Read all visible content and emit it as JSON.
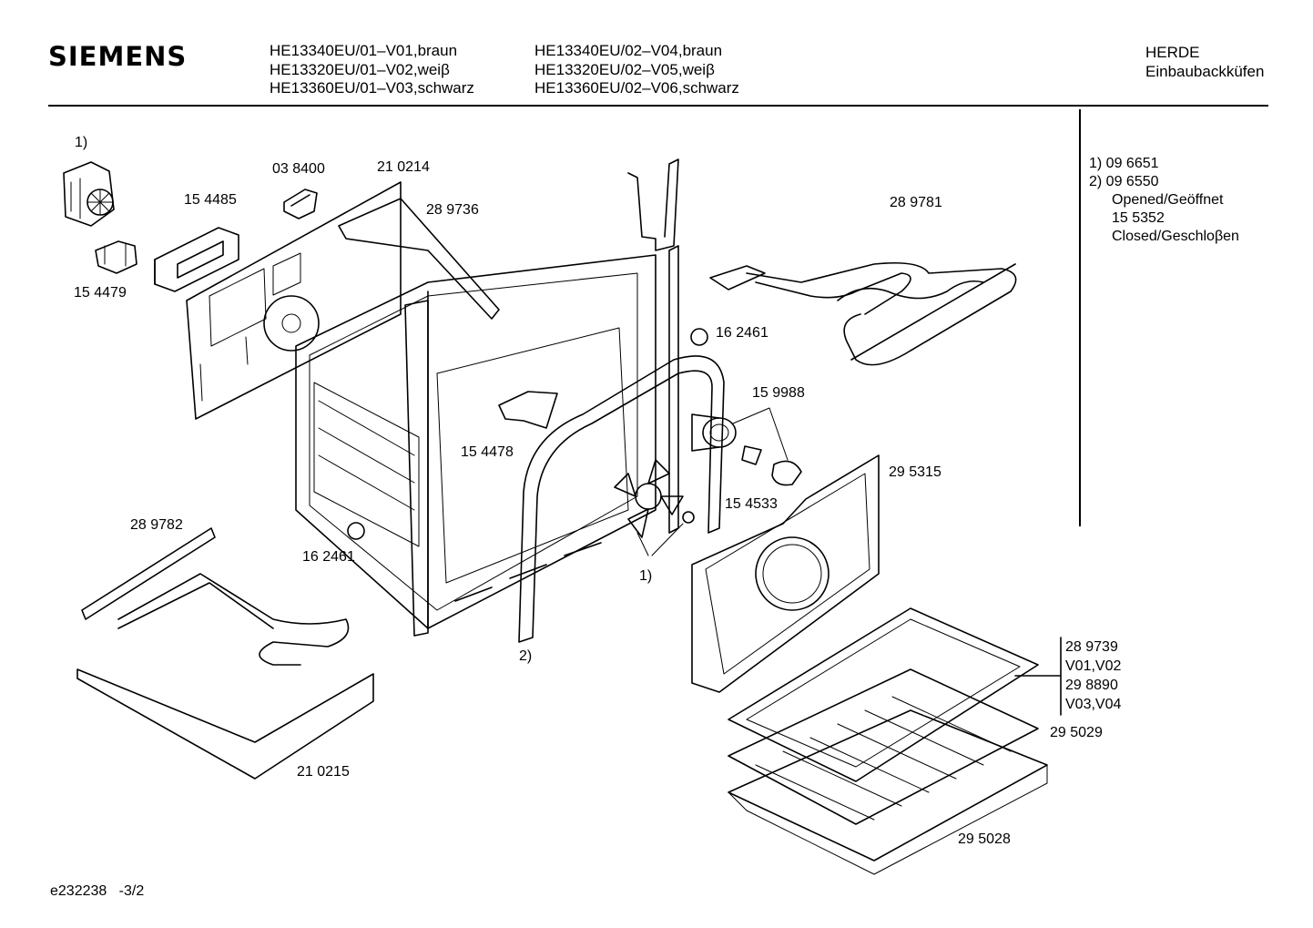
{
  "header": {
    "brand": "SIEMENS",
    "models_col1": [
      "HE13340EU/01–V01,braun",
      "HE13320EU/01–V02,weiβ",
      "HE13360EU/01–V03,schwarz"
    ],
    "models_col2": [
      "HE13340EU/02–V04,braun",
      "HE13320EU/02–V05,weiβ",
      "HE13360EU/02–V06,schwarz"
    ],
    "category": "HERDE",
    "subcategory": "Einbaubackküfen"
  },
  "notes": [
    "1) 09 6651",
    "2) 09 6550",
    "Opened/Geöffnet",
    "15 5352",
    "Closed/Geschloβen"
  ],
  "parts": {
    "ref1_top": "1)",
    "p154485": "15 4485",
    "p038400": "03 8400",
    "p210214": "21 0214",
    "p289736": "28 9736",
    "p154479": "15 4479",
    "p289781": "28 9781",
    "p162461a": "16 2461",
    "p159988": "15 9988",
    "p154478": "15 4478",
    "p295315": "29 5315",
    "p154533": "15 4533",
    "p289782": "28 9782",
    "p162461b": "16 2461",
    "ref1_fan": "1)",
    "ref2_seal": "2)",
    "p210215": "21 0215",
    "p295029": "29 5029",
    "p295028": "29 5028"
  },
  "tray_bracket": [
    "28 9739",
    "V01,V02",
    "29 8890",
    "V03,V04"
  ],
  "footer": {
    "code": "e232238",
    "page": "-3/2"
  }
}
